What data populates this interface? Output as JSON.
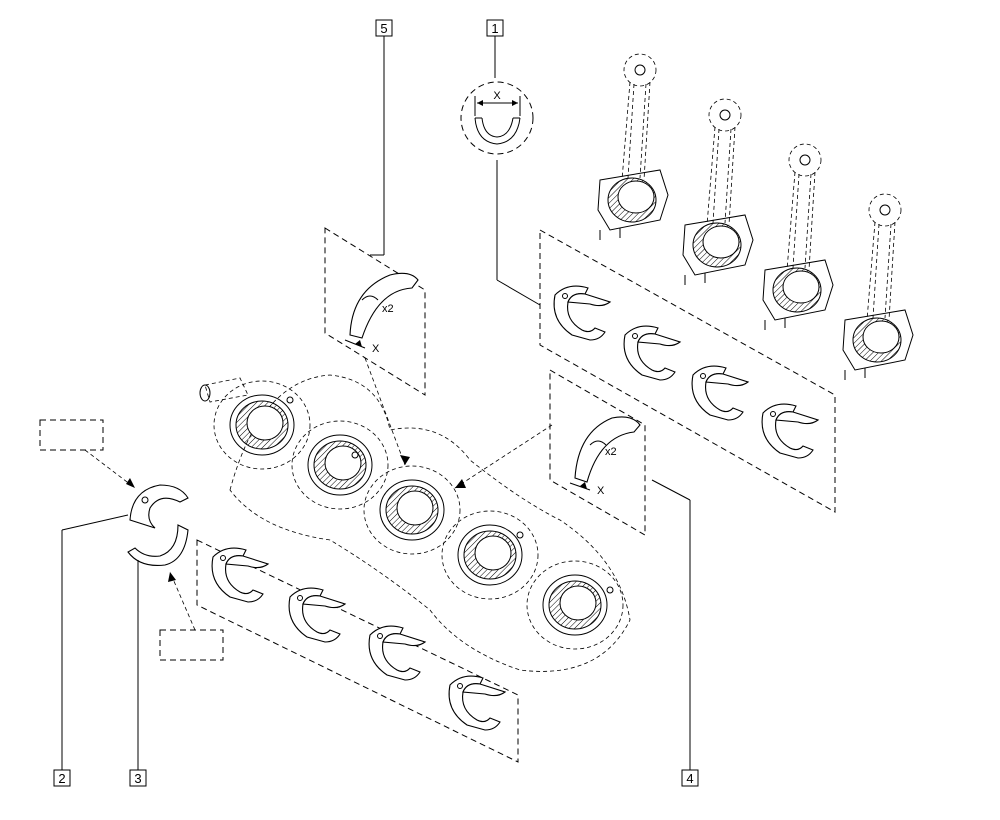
{
  "callouts": [
    {
      "id": "1",
      "label": "1"
    },
    {
      "id": "2",
      "label": "2"
    },
    {
      "id": "3",
      "label": "3"
    },
    {
      "id": "4",
      "label": "4"
    },
    {
      "id": "5",
      "label": "5"
    }
  ],
  "annotations": {
    "thickness_marker": "X",
    "quantity_upper": "x2",
    "quantity_lower": "x2",
    "thrust_x_upper": "X",
    "thrust_x_lower": "X"
  }
}
